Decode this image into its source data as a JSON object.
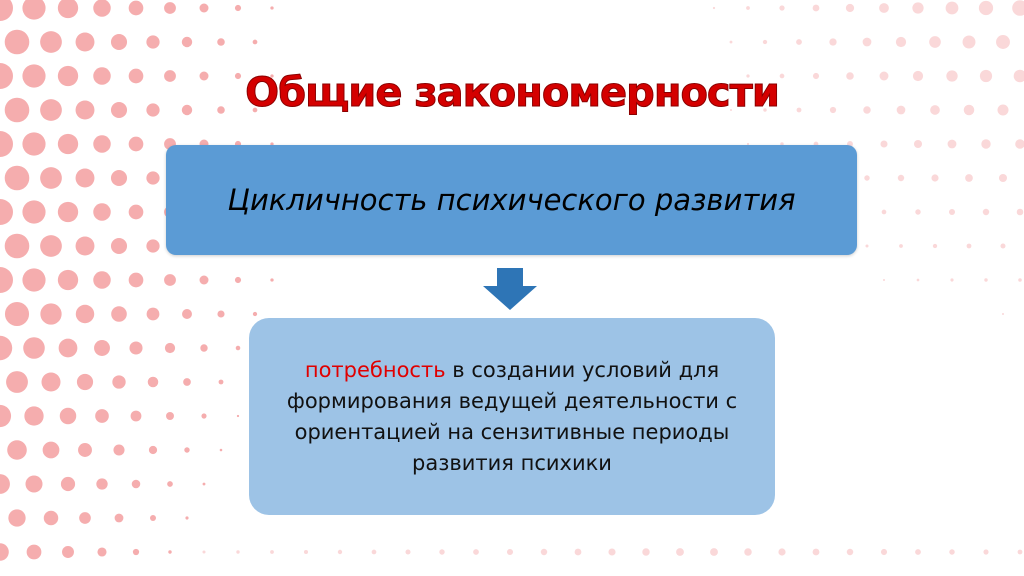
{
  "slide": {
    "title": "Общие закономерности",
    "top_box": "Цикличность психического развития",
    "bottom_box": {
      "highlight": "потребность",
      "text": " в создании условий для формирования ведущей деятельности с ориентацией на сензитивные периоды развития психики"
    }
  },
  "colors": {
    "title": "#d40000",
    "top_box": "#5b9bd5",
    "arrow": "#2e75b6",
    "bottom_box": "#9dc3e6",
    "dots": "#f4a9aa"
  }
}
